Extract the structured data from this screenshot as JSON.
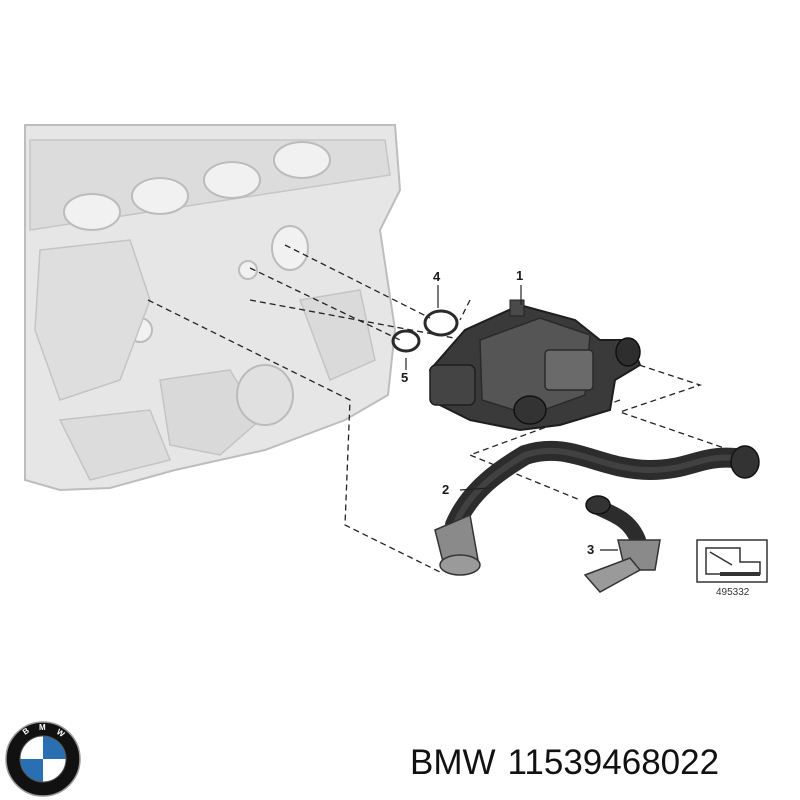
{
  "diagram": {
    "callouts": [
      {
        "id": "1",
        "label": "1"
      },
      {
        "id": "2",
        "label": "2"
      },
      {
        "id": "3",
        "label": "3"
      },
      {
        "id": "4",
        "label": "4"
      },
      {
        "id": "5",
        "label": "5"
      }
    ],
    "reference_number": "495332"
  },
  "logo": {
    "letters": "BMW",
    "colors": {
      "blue": "#2b6fb3",
      "white": "#ffffff",
      "ring": "#111111"
    }
  },
  "caption": {
    "brand": "BMW",
    "part_number": "11539468022"
  },
  "colors": {
    "engine_fill": "#e6e6e6",
    "engine_stroke": "#bdbdbd",
    "part_dark": "#2e2e2e",
    "part_mid": "#555555",
    "leader": "#222222"
  }
}
